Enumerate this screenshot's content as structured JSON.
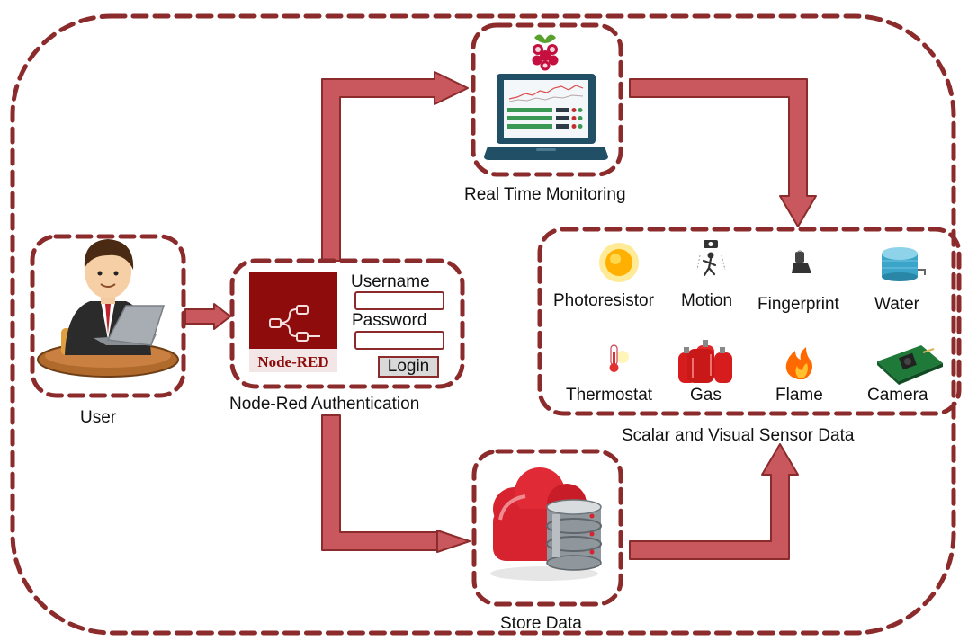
{
  "labels": {
    "user": "User",
    "auth": "Node-Red Authentication",
    "monitoring": "Real Time Monitoring",
    "sensors": "Scalar and Visual Sensor Data",
    "store": "Store Data"
  },
  "login_form": {
    "logo_text": "Node-RED",
    "username_label": "Username",
    "password_label": "Password",
    "login_button": "Login"
  },
  "sensors": [
    {
      "label": "Photoresistor",
      "icon": "sun-icon"
    },
    {
      "label": "Motion",
      "icon": "motion-sensor-icon"
    },
    {
      "label": "Fingerprint",
      "icon": "fingerprint-icon"
    },
    {
      "label": "Water",
      "icon": "water-tank-icon"
    },
    {
      "label": "Thermostat",
      "icon": "thermometer-icon"
    },
    {
      "label": "Gas",
      "icon": "gas-cylinder-icon"
    },
    {
      "label": "Flame",
      "icon": "flame-icon"
    },
    {
      "label": "Camera",
      "icon": "camera-module-icon"
    }
  ],
  "colors": {
    "border": "#8c2b2b",
    "arrow_fill": "#c9575e",
    "arrow_stroke": "#8c2b2b",
    "node_red": "#8f0c0c"
  }
}
